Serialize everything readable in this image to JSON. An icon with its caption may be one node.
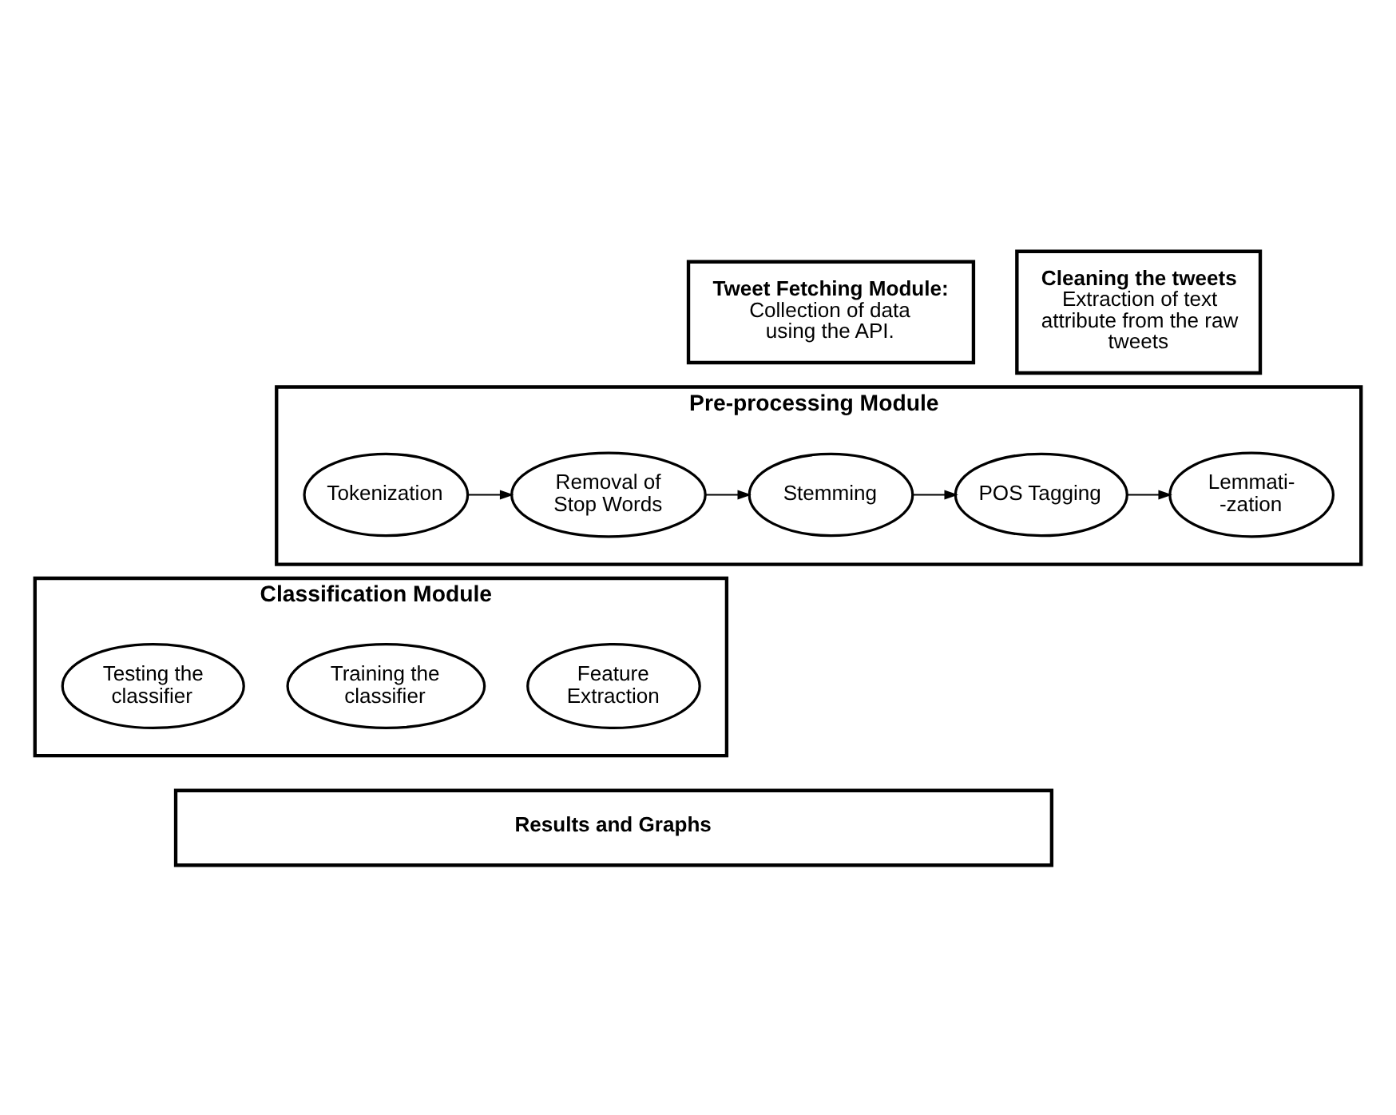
{
  "diagram": {
    "nodes": [
      {
        "text": [
          "Tweet Fetching Module:",
          "Collection of data using the API."
        ]
      },
      {
        "text": [
          "Cleaning the tweets",
          "Extraction of text attribute from the raw tweets"
        ]
      },
      {
        "text": [
          "Pre-processing Module"
        ]
      },
      {
        "text": [
          "Tokenization"
        ],
        "in": 2
      },
      {
        "text": [
          "Removal of Stop Words"
        ],
        "in": 2
      },
      {
        "text": [
          "Stemming"
        ],
        "in": 2
      },
      {
        "text": [
          "POS Tagging"
        ],
        "in": 2
      },
      {
        "text": [
          "Lemmati- -zation"
        ],
        "in": 2
      },
      {
        "text": [
          "Classification Module"
        ]
      },
      {
        "text": [
          "Feature Extraction"
        ],
        "in": 8
      },
      {
        "text": [
          "Training the classifier"
        ],
        "in": 8
      },
      {
        "text": [
          "Testing the classifier"
        ],
        "in": 8
      },
      {
        "text": [
          "Results and Graphs"
        ]
      }
    ],
    "edges": [
      {
        "from": 3,
        "to": 4,
        "arrow": "to"
      },
      {
        "from": 4,
        "to": 5,
        "arrow": "to"
      },
      {
        "from": 5,
        "to": 6,
        "arrow": "to"
      },
      {
        "from": 6,
        "to": 7,
        "arrow": "to"
      }
    ]
  }
}
